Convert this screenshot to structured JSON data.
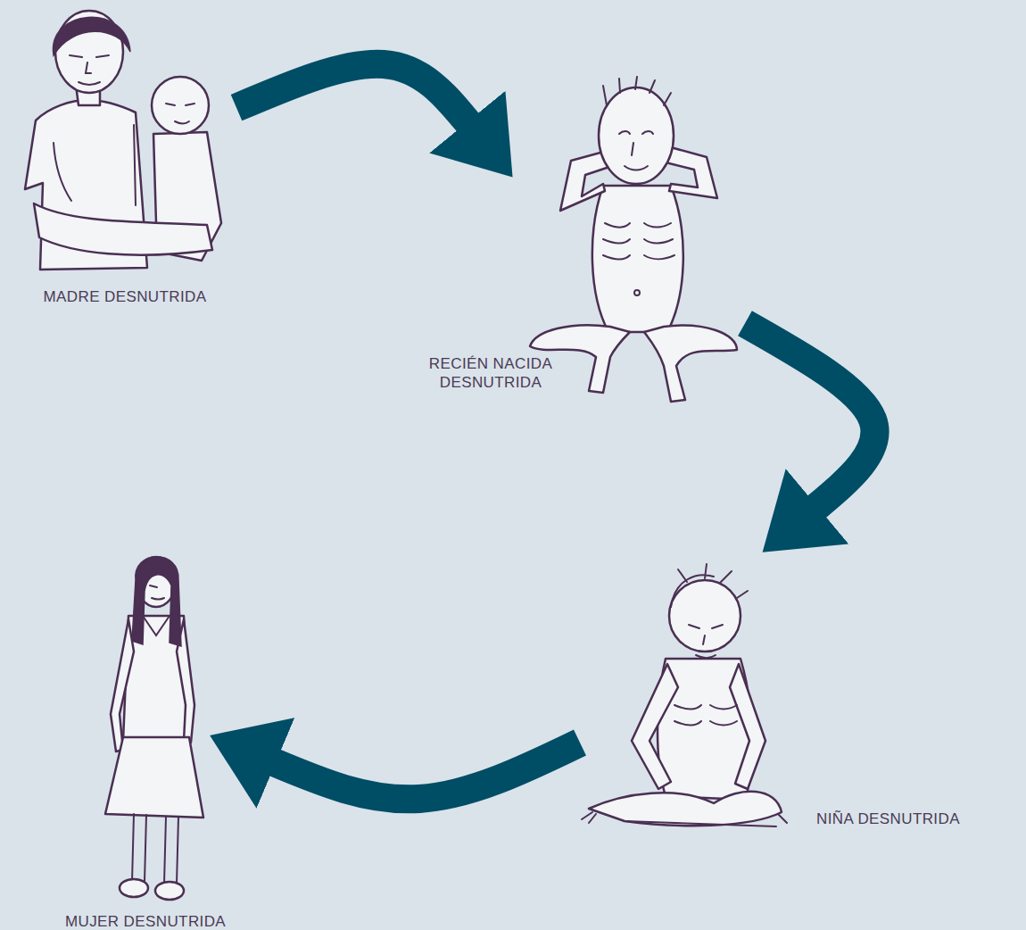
{
  "diagram": {
    "nodes": [
      {
        "text": [
          "MADRE DESNUTRIDA"
        ]
      },
      {
        "text": [
          "RECIÉN NACIDA DESNUTRIDA"
        ]
      },
      {
        "text": [
          "NIÑA DESNUTRIDA"
        ]
      },
      {
        "text": [
          "MUJER DESNUTRIDA"
        ]
      }
    ],
    "edges": [
      {
        "from": 0,
        "to": 1,
        "arrow": "to"
      },
      {
        "from": 1,
        "to": 2,
        "arrow": "to"
      },
      {
        "from": 2,
        "to": 3,
        "arrow": "to"
      }
    ]
  }
}
